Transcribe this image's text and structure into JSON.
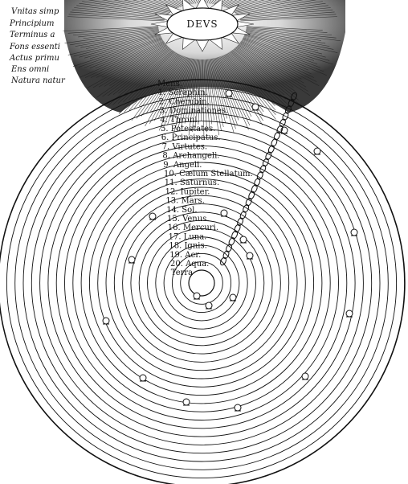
{
  "deus": "DEVS",
  "left_text": [
    "Vnitas simp",
    "Principium",
    "Terminus a",
    "Fons essenti",
    "Actus primu",
    "Ens omni",
    "Natura natur"
  ],
  "spheres": [
    "Mens.",
    "1. Seraphin.",
    "2. Cherubin.",
    "3. Dominationes.",
    "4. Throni.",
    "5. Potestates.",
    "6. Principatus.",
    "7. Virtutes.",
    "8. Archangeli.",
    "9. Angeli.",
    "10. Cælum Stellatum.",
    "11. Saturnus.",
    "12. Iupiter.",
    "13. Mars.",
    "14. Sol.",
    "15. Venus.",
    "16. Mercuri.",
    "17. Luna.",
    "18. Ignis.",
    "19. Aer.",
    "20. Aqua.",
    "Terra"
  ]
}
